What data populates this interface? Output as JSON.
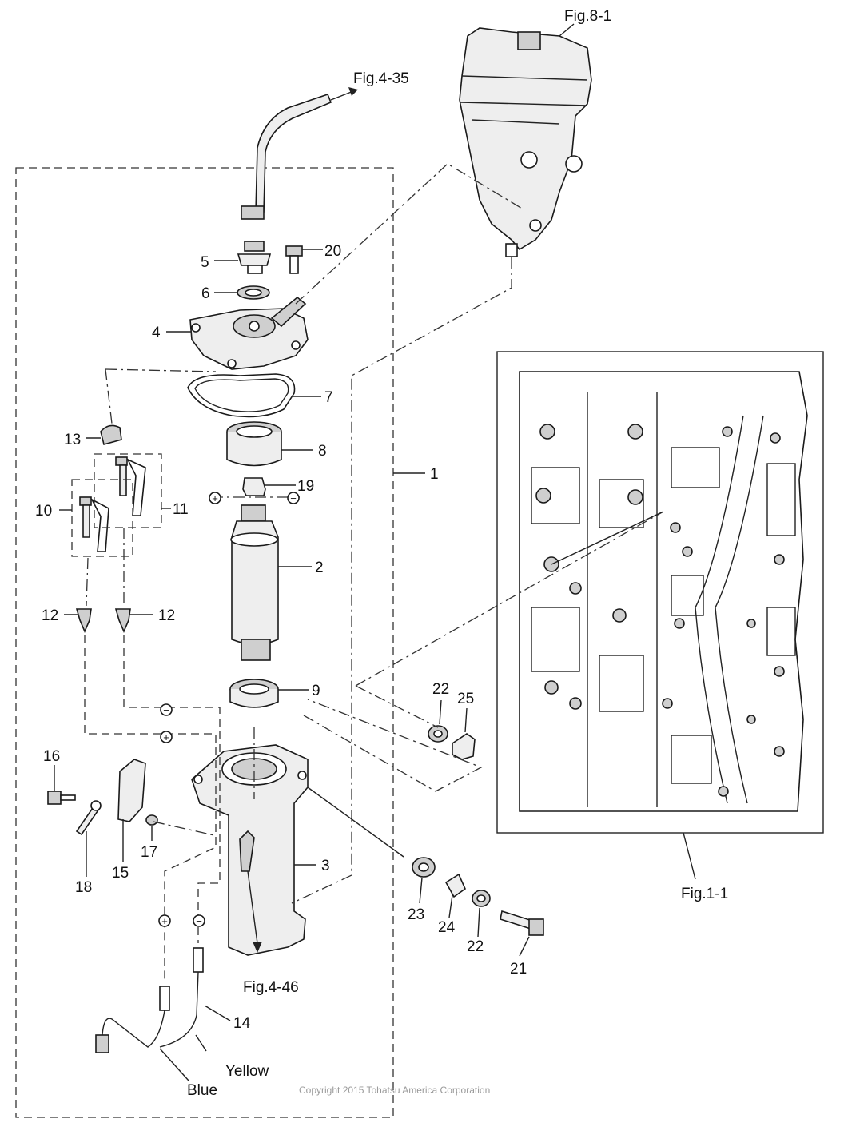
{
  "callouts": {
    "p1": "1",
    "p2": "2",
    "p3": "3",
    "p4": "4",
    "p5": "5",
    "p6": "6",
    "p7": "7",
    "p8": "8",
    "p9": "9",
    "p10": "10",
    "p11": "11",
    "p12a": "12",
    "p12b": "12",
    "p13": "13",
    "p14": "14",
    "p15": "15",
    "p16": "16",
    "p17": "17",
    "p18": "18",
    "p19": "19",
    "p20": "20",
    "p21": "21",
    "p22a": "22",
    "p22b": "22",
    "p23": "23",
    "p24": "24",
    "p25": "25"
  },
  "refs": {
    "fig_8_1": "Fig.8-1",
    "fig_4_35": "Fig.4-35",
    "fig_1_1": "Fig.1-1",
    "fig_4_46": "Fig.4-46"
  },
  "wires": {
    "yellow": "Yellow",
    "blue": "Blue"
  },
  "polarity": {
    "plus": "+",
    "minus": "−"
  },
  "copyright": "Copyright 2015 Tohatsu America Corporation"
}
